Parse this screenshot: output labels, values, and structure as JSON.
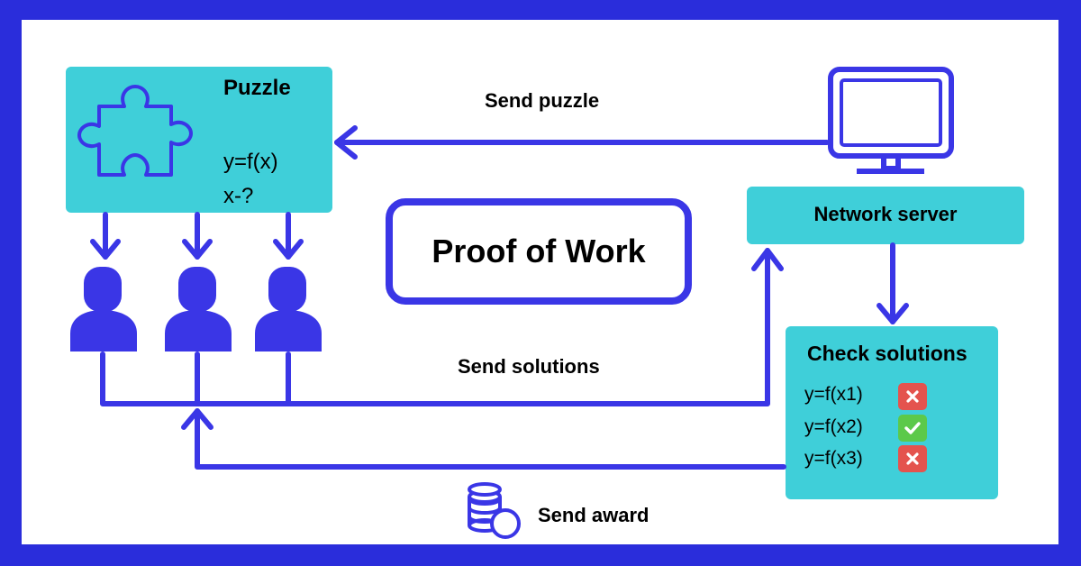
{
  "colors": {
    "frame": "#2a2ddb",
    "accent": "#3a36e6",
    "box": "#3fcfd9",
    "fail": "#e4534e",
    "pass": "#5cc94a"
  },
  "title": "Proof of Work",
  "puzzle": {
    "title": "Puzzle",
    "line1": "y=f(x)",
    "line2": "x-?",
    "icon": "puzzle-piece-icon"
  },
  "server": {
    "label": "Network server",
    "icon": "monitor-icon"
  },
  "check": {
    "title": "Check solutions",
    "items": [
      {
        "label": "y=f(x1)",
        "status": "fail"
      },
      {
        "label": "y=f(x2)",
        "status": "pass"
      },
      {
        "label": "y=f(x3)",
        "status": "fail"
      }
    ]
  },
  "arrows": {
    "send_puzzle": "Send puzzle",
    "send_solutions": "Send solutions",
    "send_award": "Send award"
  },
  "miners": {
    "count": 3,
    "icon": "person-icon"
  },
  "award_icon": "coins-icon"
}
